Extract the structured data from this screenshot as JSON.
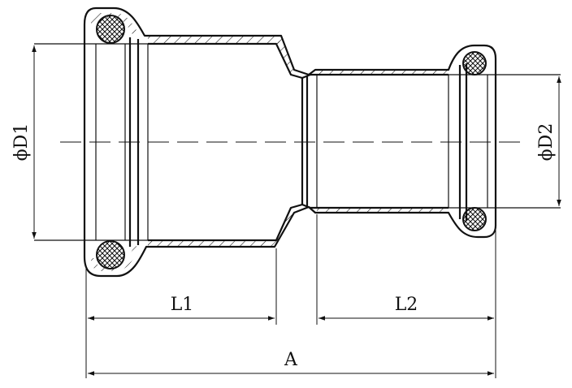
{
  "labels": {
    "d1": "ϕD1",
    "d2": "ϕD2",
    "l1": "L1",
    "l2": "L2",
    "a": "A"
  },
  "colors": {
    "line": "#111111",
    "background": "#ffffff"
  }
}
